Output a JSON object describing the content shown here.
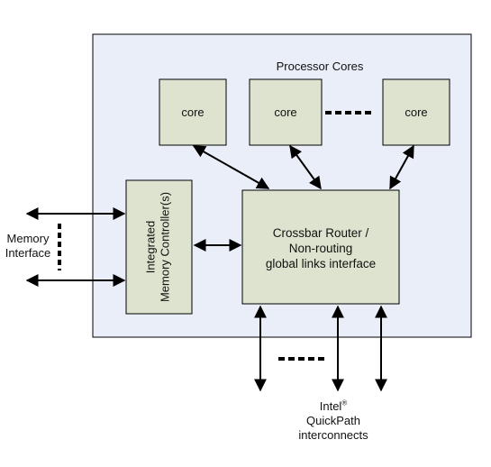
{
  "diagram": {
    "processor_cores_title": "Processor Cores",
    "cores": [
      "core",
      "core",
      "core"
    ],
    "memory_controller": "Integrated Memory Controller(s)",
    "memory_controller_line1": "Integrated",
    "memory_controller_line2": "Memory Controller(s)",
    "crossbar_line1": "Crossbar Router /",
    "crossbar_line2": "Non-routing",
    "crossbar_line3": "global links interface",
    "memory_interface_line1": "Memory",
    "memory_interface_line2": "Interface",
    "qpi_brand": "Intel",
    "qpi_reg": "®",
    "qpi_line2": "QuickPath",
    "qpi_line3": "interconnects"
  },
  "colors": {
    "package_fill": "#e9eef8",
    "block_fill": "#dde3cf",
    "stroke": "#000000"
  }
}
